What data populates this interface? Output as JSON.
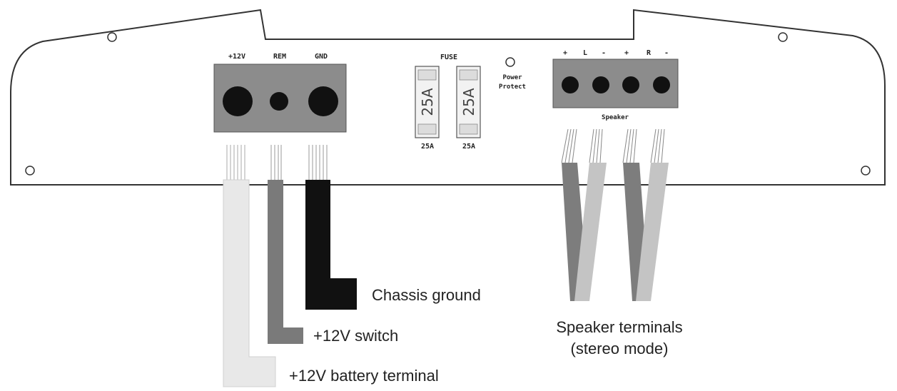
{
  "power_terminal": {
    "label_12v": "+12V",
    "label_rem": "REM",
    "label_gnd": "GND"
  },
  "fuse": {
    "title": "FUSE",
    "fuse1_value": "25A",
    "fuse2_value": "25A",
    "fuse1_rating": "25A",
    "fuse2_rating": "25A"
  },
  "power_protect": {
    "line1": "Power",
    "line2": "Protect"
  },
  "speaker_terminal": {
    "label_plus_l": "+",
    "label_l": "L",
    "label_minus_l": "-",
    "label_plus_r": "+",
    "label_r": "R",
    "label_minus_r": "-",
    "caption": "Speaker"
  },
  "callouts": {
    "chassis_ground": "Chassis ground",
    "switch_12v": "+12V switch",
    "battery_12v": "+12V battery terminal",
    "speaker_line1": "Speaker terminals",
    "speaker_line2": "(stereo mode)"
  },
  "colors": {
    "panel_fill": "#ffffff",
    "terminal_block": "#8c8c8c",
    "battery_wire": "#e8e8e8",
    "switch_wire": "#7a7a7a",
    "ground_wire": "#111111",
    "speaker_wire_dark": "#7d7d7d",
    "speaker_wire_light": "#c4c4c4"
  }
}
